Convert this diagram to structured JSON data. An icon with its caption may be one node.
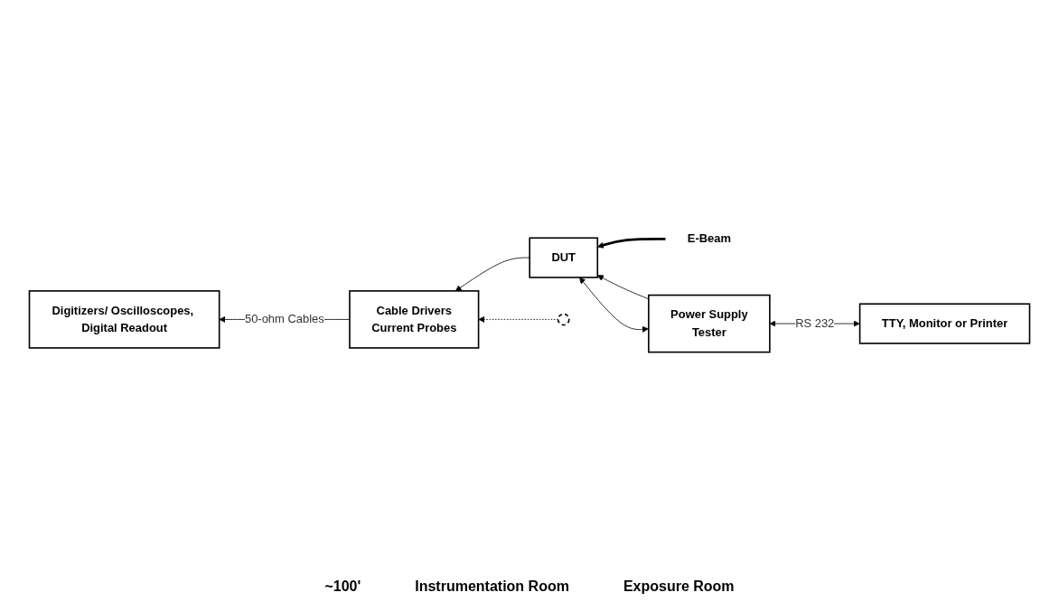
{
  "diagram": {
    "nodes": [
      {
        "text": [
          "Digitizers/ Oscilloscopes, Digital Readout"
        ]
      },
      {
        "text": [
          "Cable Drivers",
          "Current Probes"
        ]
      },
      {
        "text": [
          "E-Beam"
        ]
      },
      {
        "text": [
          "DUT"
        ]
      },
      {
        "text": [
          "TTY, Monitor or Printer"
        ]
      },
      {
        "text": [
          "Power Supply",
          "Tester"
        ]
      },
      {
        "text": [],
        "shape": "circle"
      }
    ],
    "edges": [
      {
        "from": 3,
        "to": 1,
        "arrow": "to"
      },
      {
        "from": 1,
        "to": 0,
        "arrow": "to",
        "label": "50-ohm Cables"
      },
      {
        "from": 2,
        "to": 3,
        "arrow": "to",
        "style": "thick"
      },
      {
        "from": 6,
        "to": 1,
        "arrow": "to",
        "style": "dashed"
      },
      {
        "from": 5,
        "to": 3,
        "arrow": "to"
      },
      {
        "from": 5,
        "to": 3,
        "arrow": "both"
      },
      {
        "from": 4,
        "to": 5,
        "arrow": "both",
        "label": "RS 232"
      }
    ],
    "labels": [
      "~100'",
      "Instrumentation Room",
      "Exposure Room"
    ]
  }
}
